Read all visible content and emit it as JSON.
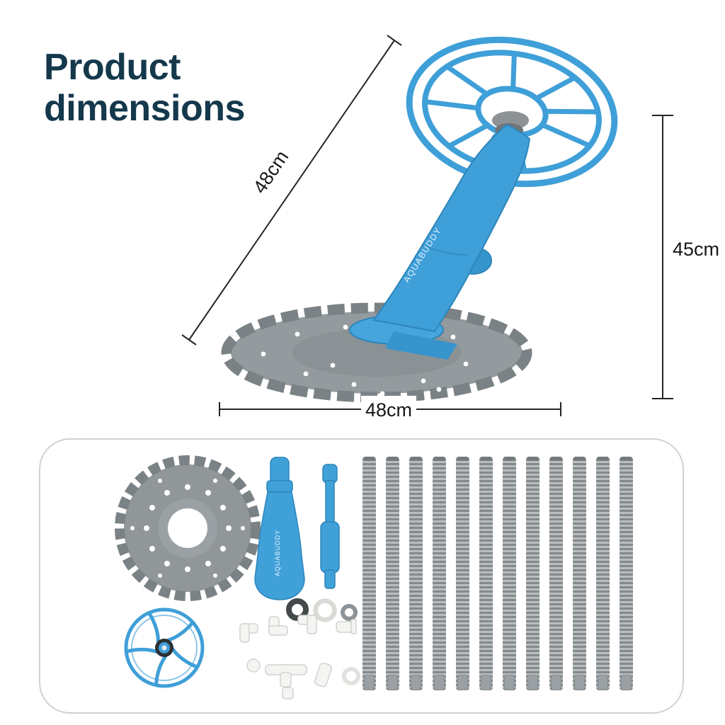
{
  "title": {
    "line1": "Product",
    "line2": "dimensions"
  },
  "dimensions": {
    "diagonal_label": "48cm",
    "vertical_label": "45cm",
    "horizontal_label": "48cm"
  },
  "product": {
    "brand": "AQUABUDDY"
  },
  "parts": {
    "brand": "AQUABUDDY",
    "hose_count": 12
  },
  "colors": {
    "blue": "#3F9FD8",
    "blue_dark": "#2E85BB",
    "gray": "#93999C",
    "gray_dark": "#7B8285",
    "navy_title": "#14384C",
    "dimension_line": "#22262A",
    "box_border": "#CDD2D5"
  }
}
